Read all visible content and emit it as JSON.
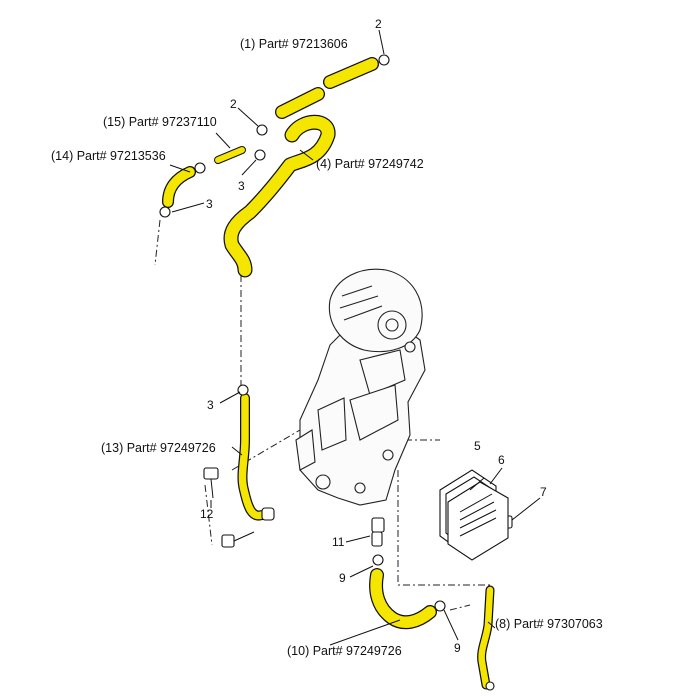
{
  "diagram": {
    "hose_color": "#f4e600",
    "labels": {
      "p1": "(1) Part# 97213606",
      "p15": "(15) Part# 97237110",
      "p14": "(14) Part# 97213536",
      "p4": "(4) Part# 97249742",
      "p13": "(13) Part# 97249726",
      "p10": "(10) Part# 97249726",
      "p8": "(8) Part# 97307063"
    },
    "callouts": {
      "c2a": "2",
      "c2b": "2",
      "c3a": "3",
      "c3b": "3",
      "c3c": "3",
      "c5": "5",
      "c6": "6",
      "c7": "7",
      "c9a": "9",
      "c9b": "9",
      "c11": "11",
      "c12": "12"
    }
  }
}
